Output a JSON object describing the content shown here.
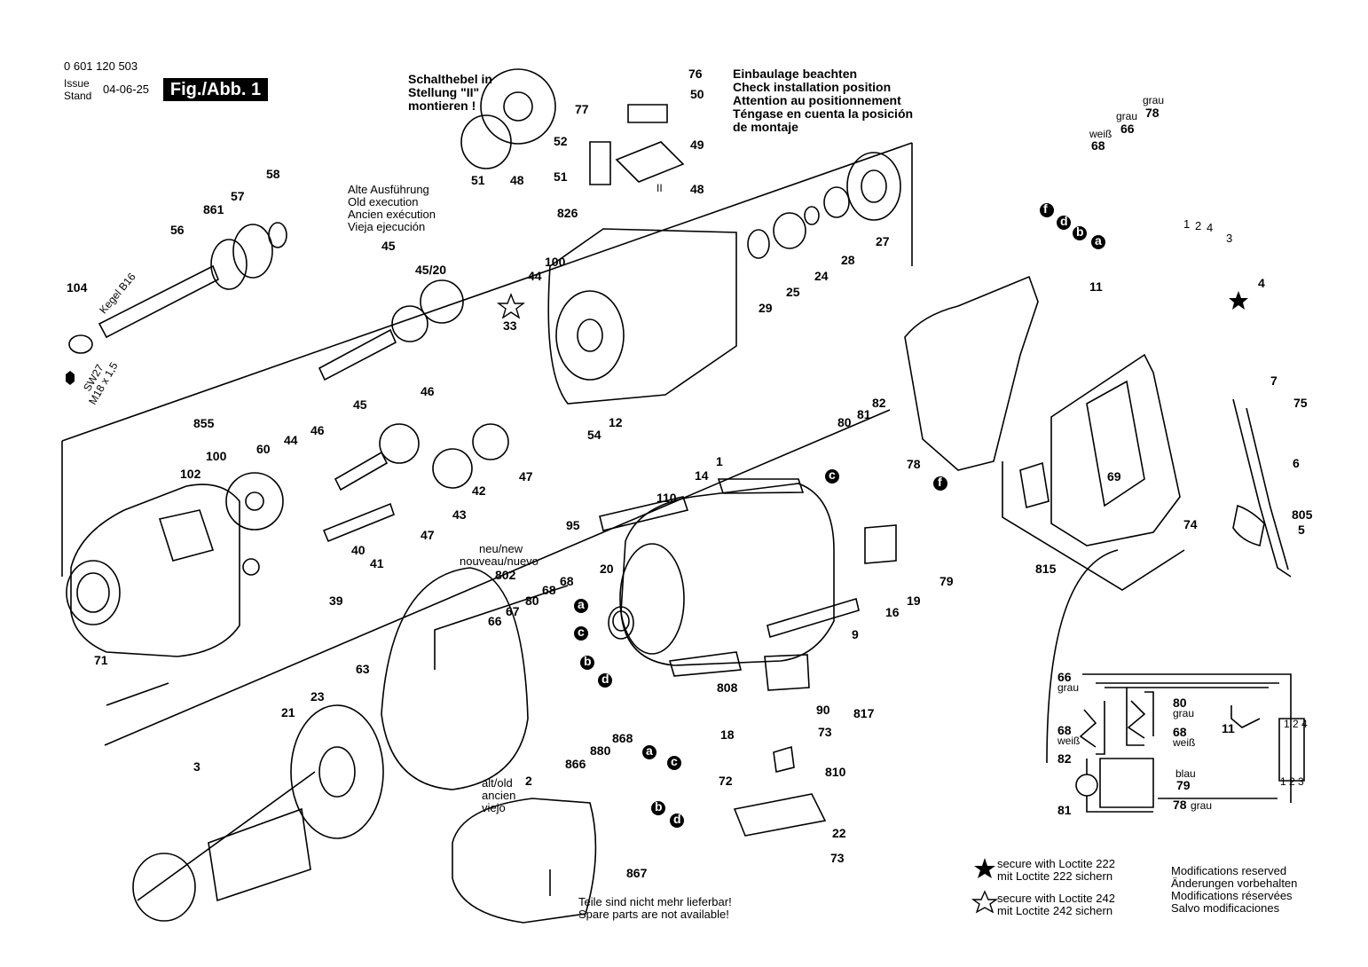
{
  "header": {
    "part_number": "0 601 120 503",
    "issue": "Issue",
    "stand": "Stand",
    "date": "04-06-25",
    "figure": "Fig./Abb. 1"
  },
  "notes": {
    "switch": [
      "Schalthebel in",
      "Stellung \"II\"",
      "montieren !"
    ],
    "install": [
      "Einbaulage beachten",
      "Check installation position",
      "Attention au positionnement",
      "Téngase en cuenta la posición",
      "de montaje"
    ],
    "old_exec": [
      "Alte Ausführung",
      "Old execution",
      "Ancien exécution",
      "Vieja ejecución"
    ],
    "neu": [
      "neu/new",
      "nouveau/nuevo"
    ],
    "alt": [
      "alt/old",
      "ancien",
      "viejo"
    ],
    "spare": [
      "Teile sind nicht mehr lieferbar!",
      "Spare parts are not available!"
    ],
    "kegel": "Kegel B16",
    "sw27": "SW27",
    "m18": "M18 x 1,5",
    "roman_ii": "II"
  },
  "legend": {
    "loctite222": [
      "secure with Loctite 222",
      "mit Loctite 222 sichern"
    ],
    "loctite242": [
      "secure with Loctite 242",
      "mit Loctite 242 sichern"
    ],
    "modifications": [
      "Modifications reserved",
      "Änderungen vorbehalten",
      "Modifications réservées",
      "Salvo modificaciones"
    ]
  },
  "wire_letters": [
    "a",
    "b",
    "c",
    "d",
    "f"
  ],
  "wire_labels": {
    "weiss": "weiß",
    "grau": "grau",
    "blau": "blau",
    "terminals_top": "1 2 4",
    "terminals_bottom": "1 2 3",
    "wire_nums": [
      "1",
      "2",
      "3",
      "4"
    ]
  },
  "parts": {
    "p1": "1",
    "p2": "2",
    "p3": "3",
    "p4": "4",
    "p5": "5",
    "p6": "6",
    "p7": "7",
    "p9": "9",
    "p11": "11",
    "p12": "12",
    "p14": "14",
    "p16": "16",
    "p18": "18",
    "p19": "19",
    "p20": "20",
    "p21": "21",
    "p22": "22",
    "p23": "23",
    "p24": "24",
    "p25": "25",
    "p27": "27",
    "p28": "28",
    "p29": "29",
    "p33": "33",
    "p39": "39",
    "p40": "40",
    "p41": "41",
    "p42": "42",
    "p43": "43",
    "p44": "44",
    "p45": "45",
    "p46": "46",
    "p47": "47",
    "p48": "48",
    "p49": "49",
    "p50": "50",
    "p51": "51",
    "p52": "52",
    "p54": "54",
    "p56": "56",
    "p57": "57",
    "p58": "58",
    "p60": "60",
    "p63": "63",
    "p66": "66",
    "p67": "67",
    "p68": "68",
    "p69": "69",
    "p71": "71",
    "p72": "72",
    "p73": "73",
    "p74": "74",
    "p75": "75",
    "p76": "76",
    "p77": "77",
    "p78": "78",
    "p79": "79",
    "p80": "80",
    "p81": "81",
    "p82": "82",
    "p90": "90",
    "p95": "95",
    "p100": "100",
    "p102": "102",
    "p104": "104",
    "p110": "110",
    "p802": "802",
    "p805": "805",
    "p808": "808",
    "p810": "810",
    "p815": "815",
    "p817": "817",
    "p826": "826",
    "p855": "855",
    "p861": "861",
    "p866": "866",
    "p867": "867",
    "p868": "868",
    "p880": "880",
    "p4520": "45/20"
  }
}
